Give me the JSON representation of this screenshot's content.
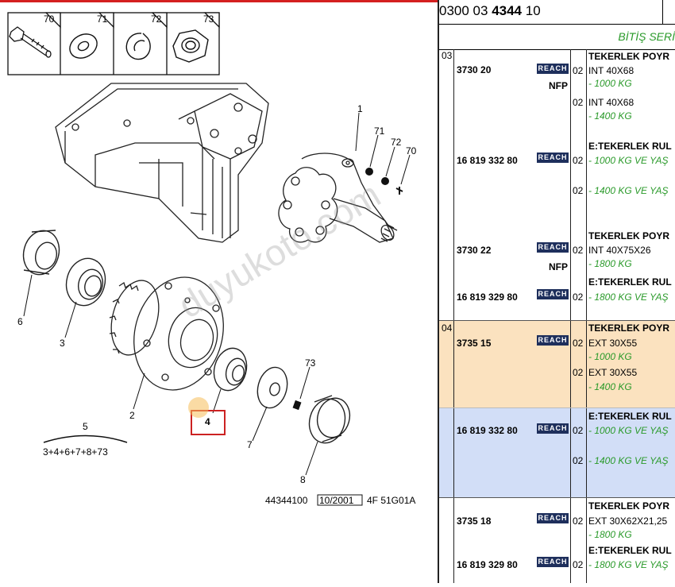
{
  "diagram": {
    "callouts": {
      "n70": "70",
      "n71": "71",
      "n72": "72",
      "n73": "73",
      "c1": "1",
      "c71": "71",
      "c72": "72",
      "c70": "70",
      "c6": "6",
      "c3": "3",
      "c2": "2",
      "c4": "4",
      "c73": "73",
      "c7": "7",
      "c8": "8",
      "c5": "5"
    },
    "kit_formula": "3+4+6+7+8+73",
    "ref_code": "44344100",
    "date": "10/2001",
    "plate": "4F 51G01A",
    "watermark": "duyukoto.com",
    "highlight_color": "#cc2222"
  },
  "panel": {
    "code_prefix": "0300 03",
    "code_bold": "4344",
    "code_suffix": "10",
    "subheader": "BİTİŞ SERİ",
    "colors": {
      "reach_bg": "#1e2f5c",
      "note_green": "#2a9a2a",
      "band_orange": "#fbe2bf",
      "band_blue": "#d2def7"
    },
    "rows": {
      "r03": "03",
      "r04": "04",
      "p1_ref": "3730 20",
      "p1_nfp": "NFP",
      "p1_q1": "02",
      "p1_t1": "TEKERLEK POYR",
      "p1_d1": "INT 40X68",
      "p1_n1": "- 1000 KG",
      "p1_q2": "02",
      "p1_d2": "INT 40X68",
      "p1_n2": "- 1400 KG",
      "p2_ref": "16 819 332 80",
      "p2_t": "E:TEKERLEK RUL",
      "p2_q1": "02",
      "p2_n1": "- 1000 KG VE YAŞ",
      "p2_q2": "02",
      "p2_n2": "- 1400 KG VE YAŞ",
      "p3_ref": "3730 22",
      "p3_nfp": "NFP",
      "p3_t": "TEKERLEK POYR",
      "p3_q": "02",
      "p3_d": "INT 40X75X26",
      "p3_n": "- 1800 KG",
      "p4_ref": "16 819 329 80",
      "p4_t": "E:TEKERLEK RUL",
      "p4_q": "02",
      "p4_n": "- 1800 KG VE YAŞ",
      "p5_ref": "3735 15",
      "p5_t": "TEKERLEK POYR",
      "p5_q1": "02",
      "p5_d1": "EXT 30X55",
      "p5_n1": "- 1000 KG",
      "p5_q2": "02",
      "p5_d2": "EXT 30X55",
      "p5_n2": "- 1400 KG",
      "p6_ref": "16 819 332 80",
      "p6_t": "E:TEKERLEK RUL",
      "p6_q1": "02",
      "p6_n1": "- 1000 KG VE YAŞ",
      "p6_q2": "02",
      "p6_n2": "- 1400 KG VE YAŞ",
      "p7_ref": "3735 18",
      "p7_t": "TEKERLEK POYR",
      "p7_q": "02",
      "p7_d": "EXT 30X62X21,25",
      "p7_n": "- 1800 KG",
      "p8_ref": "16 819 329 80",
      "p8_t": "E:TEKERLEK RUL",
      "p8_q": "02",
      "p8_n": "- 1800 KG VE YAŞ",
      "reach": "REACH"
    }
  }
}
